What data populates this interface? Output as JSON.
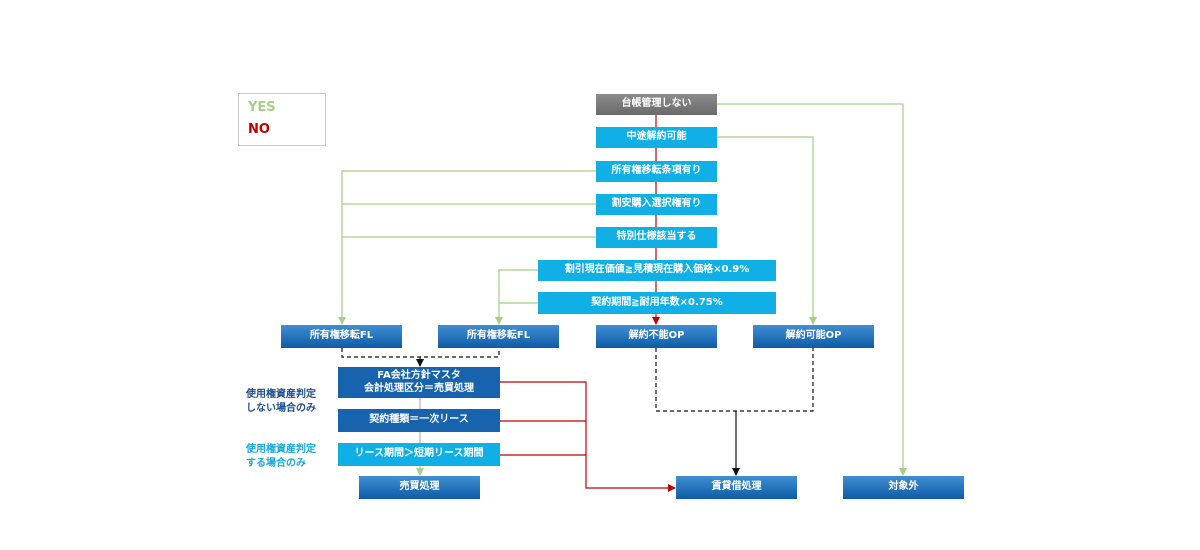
{
  "legend": {
    "yes": "YES",
    "no": "NO"
  },
  "nodes": {
    "no_ledger": "台帳管理しない",
    "cancellable": "中途解約可能",
    "ownership_clause": "所有権移転条項有り",
    "bargain_option": "割安購入選択権有り",
    "special_spec": "特別仕様該当する",
    "pv_test": "割引現在価値≧見積現在購入価格×0.9%",
    "term_test": "契約期間≧耐用年数×0.75%",
    "fl_left": "所有権移転FL",
    "fl_right": "所有権移転FL",
    "op_noncancel": "解約不能OP",
    "op_cancel": "解約可能OP",
    "fa_line1": "FA会社方針マスタ",
    "fa_line2": "会計処理区分＝売買処理",
    "contract_type": "契約種類＝一次リース",
    "lease_period": "リース期間＞短期リース期間",
    "sale": "売買処理",
    "rental": "賃貸借処理",
    "excluded": "対象外"
  },
  "notes": {
    "not_judged_line1": "使用権資産判定",
    "not_judged_line2": "しない場合のみ",
    "judged_line1": "使用権資産判定",
    "judged_line2": "する場合のみ"
  },
  "colors": {
    "yes": "#a4cf88",
    "no": "#c00000",
    "gray_box": "#7a7a7a",
    "cyan_box": "#10b0e6",
    "blue_box": "#1763ae"
  }
}
